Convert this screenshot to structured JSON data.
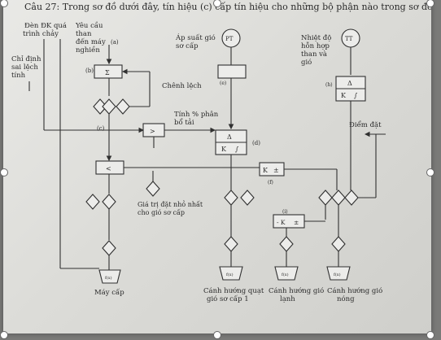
{
  "question": "Câu 27: Trong sơ đồ dưới đây, tín hiệu (c) cấp tín hiệu cho những bộ phận nào trong sơ đồ",
  "labels": {
    "den_dk": "Đèn ĐK quá",
    "den_dk2": "trình chảy",
    "yeu_cau": "Yêu cầu",
    "yeu_cau2": "than",
    "yeu_cau3": "đến máy",
    "yeu_cau4": "nghiền",
    "chi_dinh": "Chỉ định",
    "chi_dinh2": "sai lệch",
    "chi_dinh3": "tính",
    "ap_suat": "Áp suất gió",
    "ap_suat2": "sơ cấp",
    "nhiet_do": "Nhiệt độ",
    "nhiet_do2": "hỗn hợp",
    "nhiet_do3": "than và",
    "nhiet_do4": "gió",
    "chenh_lech": "Chênh lệch",
    "tinh_pct": "Tính % phân",
    "tinh_pct2": "bổ tải",
    "diem_dat": "Điểm đặt",
    "gia_tri": "Giá trị đặt nhỏ nhất",
    "gia_tri2": "cho gió sơ cấp",
    "may_cap": "Máy cấp",
    "canh_quat": "Cánh hướng quạt",
    "canh_quat2": "gió sơ cấp 1",
    "canh_lanh": "Cánh hướng gió",
    "canh_lanh2": "lạnh",
    "canh_nong": "Cánh hướng gió",
    "canh_nong2": "nóng",
    "tag_a": "(a)",
    "tag_b": "(b)",
    "tag_c": "(c)",
    "tag_d": "(d)",
    "tag_e": "(e)",
    "tag_f": "(f)",
    "tag_h": "(h)",
    "tag_i": "(i)",
    "pt": "PT",
    "tt": "TT",
    "sigma": "Σ",
    "delta": "Δ",
    "k": "K",
    "integral": "∫",
    "fx": "f(x)",
    "gt": ">",
    "lt": "<",
    "minus_k": "- K",
    "plus": "±"
  },
  "colors": {
    "paper": "#e3e3e0",
    "ink": "#2a2a2a",
    "backdrop": "#7a7a78"
  }
}
